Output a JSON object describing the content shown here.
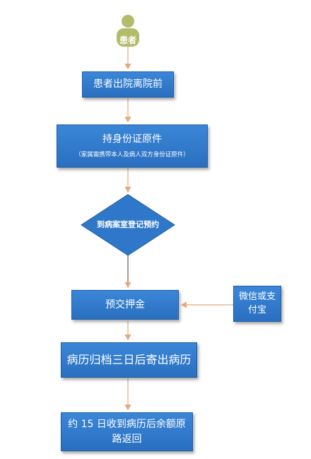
{
  "flow": {
    "start_label": "患者",
    "step1": "患者出院离院前",
    "step2_title": "持身份证原件",
    "step2_note": "（家属需携带本人及病人双方身份证原件）",
    "decision": "到病案室登记预约",
    "step3": "预交押金",
    "payment": "微信或支付宝",
    "step4": "病历归档三日后寄出病历",
    "step5": "约 15 日收到病历后余额原路返回"
  },
  "colors": {
    "box": "#2f78c9",
    "person": "#b4bc6c",
    "connector": "#e8a87a"
  }
}
